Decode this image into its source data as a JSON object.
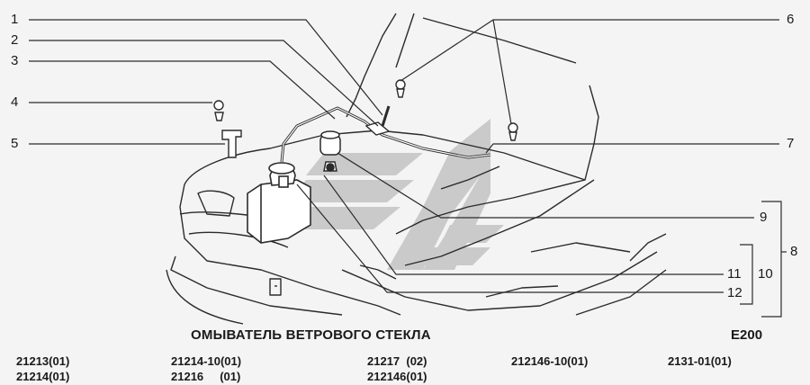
{
  "diagram": {
    "callouts": [
      "1",
      "2",
      "3",
      "4",
      "5",
      "6",
      "7",
      "8",
      "9",
      "10",
      "11",
      "12"
    ],
    "title": "ОМЫВАТЕЛЬ ВЕТРОВОГО СТЕКЛА",
    "code": "E200"
  },
  "models": [
    [
      "21213(01)",
      "21214(01)"
    ],
    [
      "21214-10(01)",
      "21216     (01)"
    ],
    [
      "21217  (02)",
      "212146(01)"
    ],
    [
      "212146-10(01)"
    ],
    [
      "2131-01(01)"
    ]
  ],
  "colors": {
    "line": "#2b2b2b",
    "watermark": "#b8b8b8",
    "background": "#f4f4f4"
  }
}
